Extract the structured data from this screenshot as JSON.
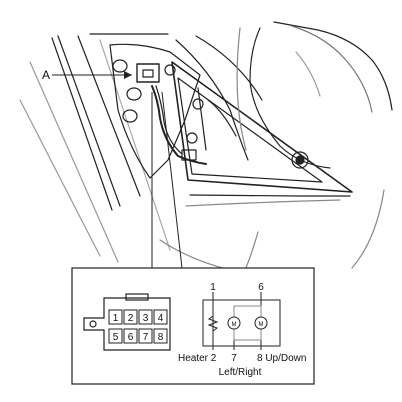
{
  "callout": {
    "a_label": "A"
  },
  "connector_pins": {
    "row1": [
      "1",
      "2",
      "3",
      "4"
    ],
    "row2": [
      "5",
      "6",
      "7",
      "8"
    ]
  },
  "schematic": {
    "pin_top_left": "1",
    "pin_top_right": "6",
    "heater_label": "Heater 2",
    "pin_7": "7",
    "pin_8_updown": "8 Up/Down",
    "left_right_label": "Left/Right",
    "motor_symbol_left": "M",
    "motor_symbol_right": "M"
  },
  "colors": {
    "line": "#222222",
    "hatch": "#9a9a9a",
    "background": "#ffffff"
  }
}
